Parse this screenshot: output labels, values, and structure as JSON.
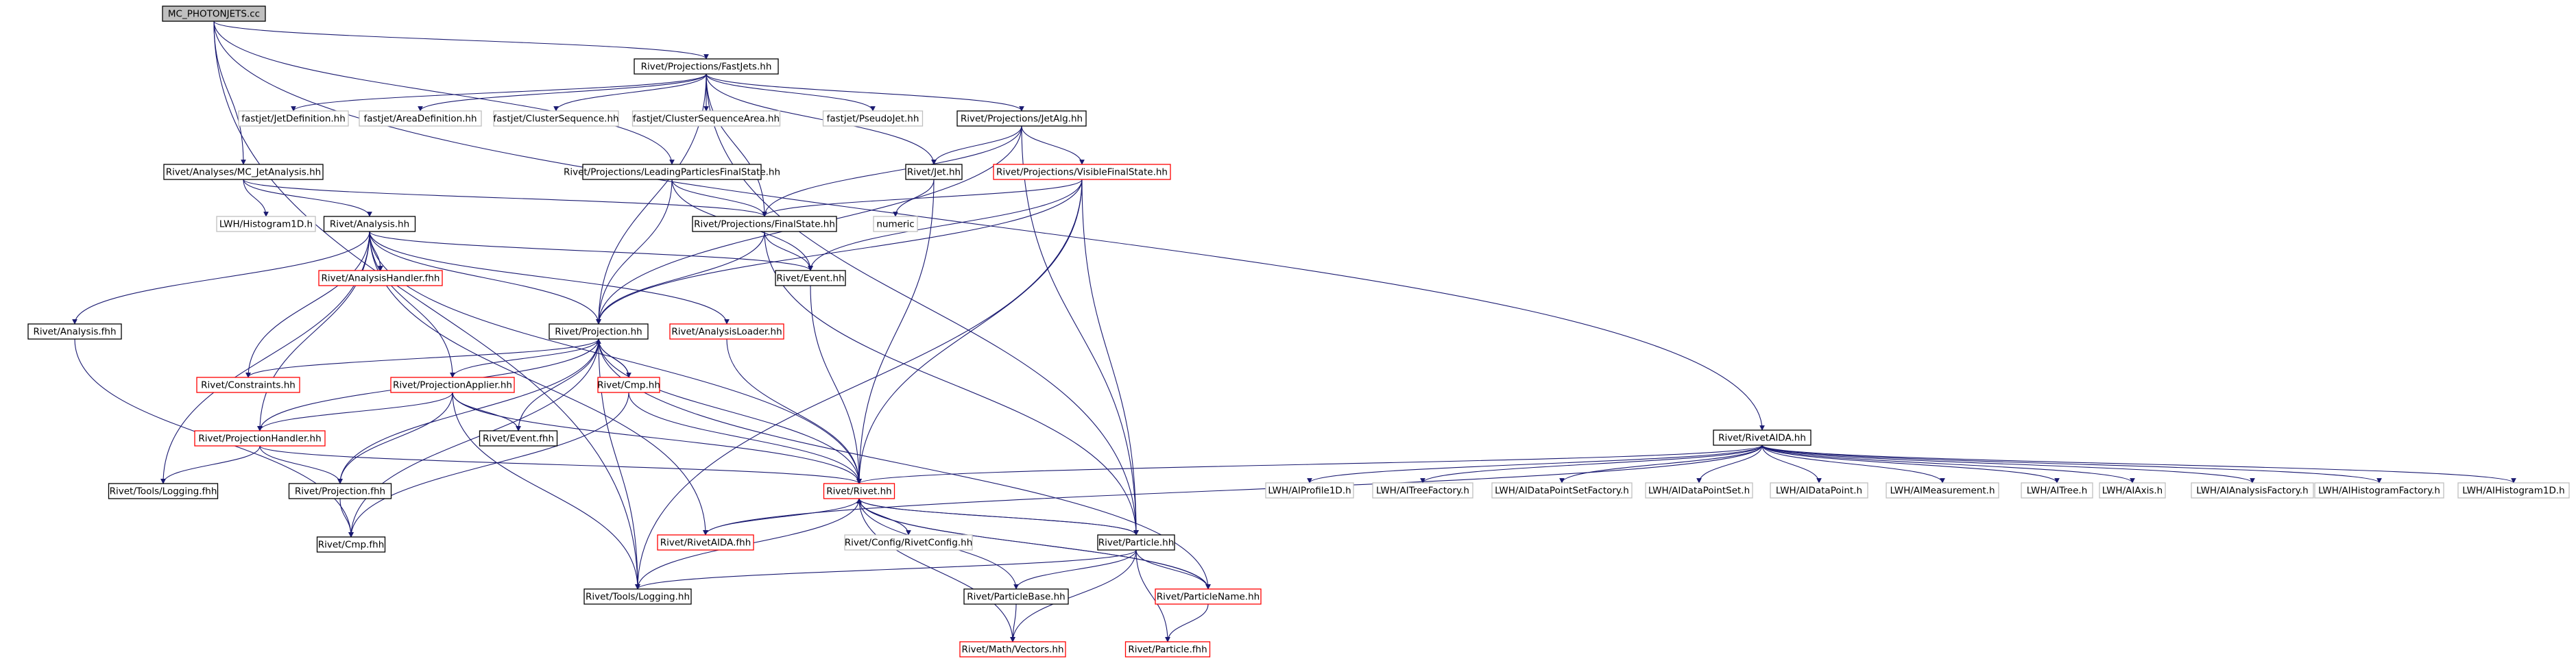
{
  "colors": {
    "edge": "#191970",
    "node_border_normal": "#000000",
    "node_border_incomplete": "#ff0000",
    "node_border_external": "#bfbfbf",
    "root_fill": "#bfbfbf",
    "text": "#000000"
  },
  "graph": {
    "nodes": [
      {
        "id": "mc",
        "label": "MC_PHOTONJETS.cc",
        "kind": "root"
      },
      {
        "id": "fastjets",
        "label": "Rivet/Projections/FastJets.hh",
        "kind": "normal"
      },
      {
        "id": "fj_jetdef",
        "label": "fastjet/JetDefinition.hh",
        "kind": "external"
      },
      {
        "id": "fj_areadef",
        "label": "fastjet/AreaDefinition.hh",
        "kind": "external"
      },
      {
        "id": "fj_cs",
        "label": "fastjet/ClusterSequence.hh",
        "kind": "external"
      },
      {
        "id": "fj_csarea",
        "label": "fastjet/ClusterSequenceArea.hh",
        "kind": "external"
      },
      {
        "id": "fj_pj",
        "label": "fastjet/PseudoJet.hh",
        "kind": "external"
      },
      {
        "id": "jetalg",
        "label": "Rivet/Projections/JetAlg.hh",
        "kind": "normal"
      },
      {
        "id": "mcjet",
        "label": "Rivet/Analyses/MC_JetAnalysis.hh",
        "kind": "normal"
      },
      {
        "id": "lpfs",
        "label": "Rivet/Projections/LeadingParticlesFinalState.hh",
        "kind": "normal"
      },
      {
        "id": "jet",
        "label": "Rivet/Jet.hh",
        "kind": "normal"
      },
      {
        "id": "vfs",
        "label": "Rivet/Projections/VisibleFinalState.hh",
        "kind": "incomplete"
      },
      {
        "id": "lwh_h1d",
        "label": "LWH/Histogram1D.h",
        "kind": "external"
      },
      {
        "id": "analysis",
        "label": "Rivet/Analysis.hh",
        "kind": "normal"
      },
      {
        "id": "finalstate",
        "label": "Rivet/Projections/FinalState.hh",
        "kind": "normal"
      },
      {
        "id": "numeric",
        "label": "numeric",
        "kind": "external"
      },
      {
        "id": "ahandler",
        "label": "Rivet/AnalysisHandler.fhh",
        "kind": "incomplete"
      },
      {
        "id": "event",
        "label": "Rivet/Event.hh",
        "kind": "normal"
      },
      {
        "id": "analysis_fhh",
        "label": "Rivet/Analysis.fhh",
        "kind": "normal"
      },
      {
        "id": "projection",
        "label": "Rivet/Projection.hh",
        "kind": "normal"
      },
      {
        "id": "aloader",
        "label": "Rivet/AnalysisLoader.hh",
        "kind": "incomplete"
      },
      {
        "id": "constraints",
        "label": "Rivet/Constraints.hh",
        "kind": "incomplete"
      },
      {
        "id": "papplier",
        "label": "Rivet/ProjectionApplier.hh",
        "kind": "incomplete"
      },
      {
        "id": "cmp",
        "label": "Rivet/Cmp.hh",
        "kind": "incomplete"
      },
      {
        "id": "phandler",
        "label": "Rivet/ProjectionHandler.hh",
        "kind": "incomplete"
      },
      {
        "id": "event_fhh",
        "label": "Rivet/Event.fhh",
        "kind": "normal"
      },
      {
        "id": "logging_fhh",
        "label": "Rivet/Tools/Logging.fhh",
        "kind": "normal"
      },
      {
        "id": "projection_fhh",
        "label": "Rivet/Projection.fhh",
        "kind": "normal"
      },
      {
        "id": "rivet",
        "label": "Rivet/Rivet.hh",
        "kind": "incomplete"
      },
      {
        "id": "cmp_fhh",
        "label": "Rivet/Cmp.fhh",
        "kind": "normal"
      },
      {
        "id": "rivetaida_fhh",
        "label": "Rivet/RivetAIDA.fhh",
        "kind": "incomplete"
      },
      {
        "id": "rivetconfig",
        "label": "Rivet/Config/RivetConfig.hh",
        "kind": "external"
      },
      {
        "id": "particle",
        "label": "Rivet/Particle.hh",
        "kind": "normal"
      },
      {
        "id": "logging",
        "label": "Rivet/Tools/Logging.hh",
        "kind": "normal"
      },
      {
        "id": "pbase",
        "label": "Rivet/ParticleBase.hh",
        "kind": "normal"
      },
      {
        "id": "pname",
        "label": "Rivet/ParticleName.hh",
        "kind": "incomplete"
      },
      {
        "id": "vectors",
        "label": "Rivet/Math/Vectors.hh",
        "kind": "incomplete"
      },
      {
        "id": "particle_fhh",
        "label": "Rivet/Particle.fhh",
        "kind": "incomplete"
      },
      {
        "id": "rivetaida",
        "label": "Rivet/RivetAIDA.hh",
        "kind": "normal"
      },
      {
        "id": "aiprofile",
        "label": "LWH/AIProfile1D.h",
        "kind": "external"
      },
      {
        "id": "aitreefac",
        "label": "LWH/AITreeFactory.h",
        "kind": "external"
      },
      {
        "id": "aidpsfac",
        "label": "LWH/AIDataPointSetFactory.h",
        "kind": "external"
      },
      {
        "id": "aidps",
        "label": "LWH/AIDataPointSet.h",
        "kind": "external"
      },
      {
        "id": "aidp",
        "label": "LWH/AIDataPoint.h",
        "kind": "external"
      },
      {
        "id": "aimeas",
        "label": "LWH/AIMeasurement.h",
        "kind": "external"
      },
      {
        "id": "aitree",
        "label": "LWH/AITree.h",
        "kind": "external"
      },
      {
        "id": "aiaxis",
        "label": "LWH/AIAxis.h",
        "kind": "external"
      },
      {
        "id": "aianfac",
        "label": "LWH/AIAnalysisFactory.h",
        "kind": "external"
      },
      {
        "id": "aihistfac",
        "label": "LWH/AIHistogramFactory.h",
        "kind": "external"
      },
      {
        "id": "aihist1d",
        "label": "LWH/AIHistogram1D.h",
        "kind": "external"
      }
    ],
    "edges": [
      [
        "mc",
        "fastjets"
      ],
      [
        "mc",
        "mcjet"
      ],
      [
        "mc",
        "lpfs"
      ],
      [
        "mc",
        "logging"
      ],
      [
        "mc",
        "rivetaida"
      ],
      [
        "fastjets",
        "fj_jetdef"
      ],
      [
        "fastjets",
        "fj_areadef"
      ],
      [
        "fastjets",
        "fj_cs"
      ],
      [
        "fastjets",
        "fj_csarea"
      ],
      [
        "fastjets",
        "fj_pj"
      ],
      [
        "fastjets",
        "jetalg"
      ],
      [
        "fastjets",
        "projection"
      ],
      [
        "fastjets",
        "finalstate"
      ],
      [
        "fastjets",
        "jet"
      ],
      [
        "fastjets",
        "particle"
      ],
      [
        "jetalg",
        "vfs"
      ],
      [
        "jetalg",
        "jet"
      ],
      [
        "jetalg",
        "finalstate"
      ],
      [
        "jetalg",
        "projection"
      ],
      [
        "jetalg",
        "particle"
      ],
      [
        "mcjet",
        "lwh_h1d"
      ],
      [
        "mcjet",
        "analysis"
      ],
      [
        "mcjet",
        "finalstate"
      ],
      [
        "lpfs",
        "finalstate"
      ],
      [
        "lpfs",
        "event"
      ],
      [
        "lpfs",
        "projection"
      ],
      [
        "jet",
        "numeric"
      ],
      [
        "jet",
        "rivet"
      ],
      [
        "vfs",
        "finalstate"
      ],
      [
        "vfs",
        "event"
      ],
      [
        "vfs",
        "projection"
      ],
      [
        "vfs",
        "rivet"
      ],
      [
        "vfs",
        "particle"
      ],
      [
        "vfs",
        "logging"
      ],
      [
        "analysis",
        "analysis_fhh"
      ],
      [
        "analysis",
        "ahandler"
      ],
      [
        "analysis",
        "event"
      ],
      [
        "analysis",
        "projection"
      ],
      [
        "analysis",
        "aloader"
      ],
      [
        "analysis",
        "constraints"
      ],
      [
        "analysis",
        "papplier"
      ],
      [
        "analysis",
        "phandler"
      ],
      [
        "analysis",
        "logging_fhh"
      ],
      [
        "analysis",
        "rivet"
      ],
      [
        "analysis",
        "rivetaida_fhh"
      ],
      [
        "finalstate",
        "event"
      ],
      [
        "finalstate",
        "projection"
      ],
      [
        "finalstate",
        "particle"
      ],
      [
        "event",
        "rivet"
      ],
      [
        "analysis_fhh",
        "cmp_fhh"
      ],
      [
        "projection",
        "constraints"
      ],
      [
        "projection",
        "papplier"
      ],
      [
        "projection",
        "cmp"
      ],
      [
        "projection",
        "phandler"
      ],
      [
        "projection",
        "event_fhh"
      ],
      [
        "projection",
        "projection_fhh"
      ],
      [
        "projection",
        "rivet"
      ],
      [
        "projection",
        "cmp_fhh"
      ],
      [
        "projection",
        "logging"
      ],
      [
        "projection",
        "pname"
      ],
      [
        "aloader",
        "rivet"
      ],
      [
        "papplier",
        "phandler"
      ],
      [
        "papplier",
        "event_fhh"
      ],
      [
        "papplier",
        "projection_fhh"
      ],
      [
        "papplier",
        "rivet"
      ],
      [
        "papplier",
        "logging"
      ],
      [
        "cmp",
        "rivet"
      ],
      [
        "cmp",
        "cmp_fhh"
      ],
      [
        "cmp",
        "projection"
      ],
      [
        "phandler",
        "logging_fhh"
      ],
      [
        "phandler",
        "projection_fhh"
      ],
      [
        "phandler",
        "rivet"
      ],
      [
        "projection_fhh",
        "cmp_fhh"
      ],
      [
        "rivet",
        "rivetaida_fhh"
      ],
      [
        "rivet",
        "rivetconfig"
      ],
      [
        "rivet",
        "particle"
      ],
      [
        "rivet",
        "logging"
      ],
      [
        "rivet",
        "vectors"
      ],
      [
        "rivet",
        "pname"
      ],
      [
        "particle",
        "logging"
      ],
      [
        "particle",
        "pbase"
      ],
      [
        "particle",
        "pname"
      ],
      [
        "particle",
        "vectors"
      ],
      [
        "particle",
        "particle_fhh"
      ],
      [
        "particle",
        "rivet"
      ],
      [
        "pbase",
        "vectors"
      ],
      [
        "pbase",
        "rivet"
      ],
      [
        "pname",
        "particle_fhh"
      ],
      [
        "pname",
        "rivet"
      ],
      [
        "rivetaida",
        "rivet"
      ],
      [
        "rivetaida",
        "rivetaida_fhh"
      ],
      [
        "rivetaida",
        "aiprofile"
      ],
      [
        "rivetaida",
        "aitreefac"
      ],
      [
        "rivetaida",
        "aidpsfac"
      ],
      [
        "rivetaida",
        "aidps"
      ],
      [
        "rivetaida",
        "aidp"
      ],
      [
        "rivetaida",
        "aimeas"
      ],
      [
        "rivetaida",
        "aitree"
      ],
      [
        "rivetaida",
        "aiaxis"
      ],
      [
        "rivetaida",
        "aianfac"
      ],
      [
        "rivetaida",
        "aihistfac"
      ],
      [
        "rivetaida",
        "aihist1d"
      ]
    ]
  }
}
